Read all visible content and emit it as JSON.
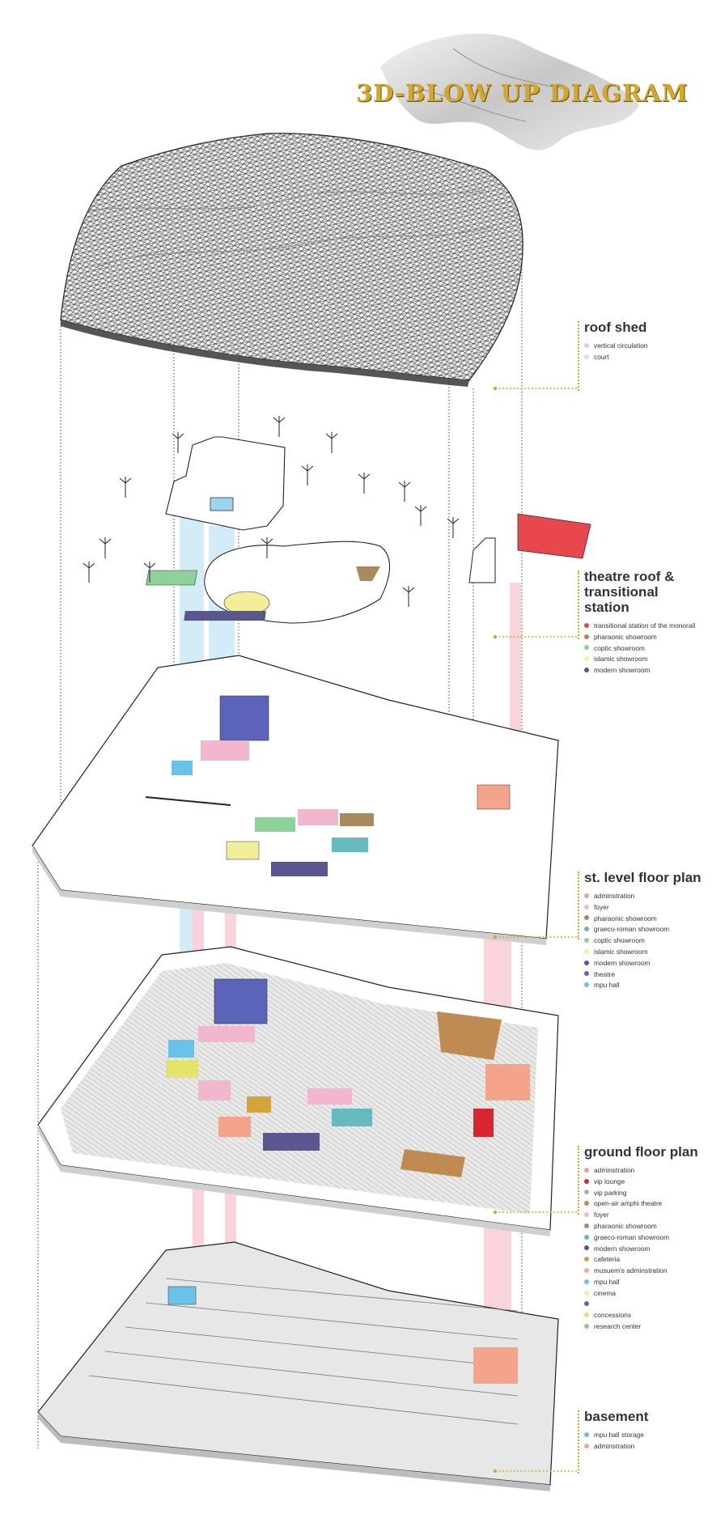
{
  "title": "3D-BLOW UP DIAGRAM",
  "colors": {
    "accent": "#d4a62b",
    "roof_mesh": "#3d3d3d",
    "line": "#222222"
  },
  "legends": [
    {
      "heading": "roof shed",
      "items": [
        {
          "label": "vertical circulation",
          "color": "#f3c4cf"
        },
        {
          "label": "court",
          "color": "#dcdcdc"
        }
      ]
    },
    {
      "heading": "theatre roof & transitional station",
      "items": [
        {
          "label": "transitional station of the monorail",
          "color": "#e8474d"
        },
        {
          "label": "pharaonic showroom",
          "color": "#a88a5e"
        },
        {
          "label": "coptic showroom",
          "color": "#8fd19a"
        },
        {
          "label": "islamic showroom",
          "color": "#f3ee9a"
        },
        {
          "label": "modern showroom",
          "color": "#5a5790"
        }
      ]
    },
    {
      "heading": "st. level floor plan",
      "items": [
        {
          "label": "adminstration",
          "color": "#f3a48a"
        },
        {
          "label": "foyer",
          "color": "#f2b6cf"
        },
        {
          "label": "pharaonic showroom",
          "color": "#a88a5e"
        },
        {
          "label": "graeco-roman showroom",
          "color": "#66b9bd"
        },
        {
          "label": "coptic showroom",
          "color": "#8fd19a"
        },
        {
          "label": "islamic showroom",
          "color": "#f3ee9a"
        },
        {
          "label": "modern showroom",
          "color": "#5a5790"
        },
        {
          "label": "theatre",
          "color": "#5b64b8"
        },
        {
          "label": "mpu hall",
          "color": "#68c3ea"
        }
      ]
    },
    {
      "heading": "ground floor plan",
      "items": [
        {
          "label": "adminstration",
          "color": "#f3a48a"
        },
        {
          "label": "vip lounge",
          "color": "#d9262e"
        },
        {
          "label": "vip parking",
          "color": "#b2b2b2"
        },
        {
          "label": "open-air amphi theatre",
          "color": "#c08b52"
        },
        {
          "label": "foyer",
          "color": "#f2b6cf"
        },
        {
          "label": "pharaonic showroom",
          "color": "#a88a5e"
        },
        {
          "label": "graeco-roman showroom",
          "color": "#66b9bd"
        },
        {
          "label": "modern showroom",
          "color": "#5a5790"
        },
        {
          "label": "cafeteria",
          "color": "#d4a33a"
        },
        {
          "label": "musuem's adminstration",
          "color": "#f3a48a"
        },
        {
          "label": "mpu hall",
          "color": "#68c3ea"
        },
        {
          "label": "cinema",
          "color": "#f3ee9a"
        },
        {
          "label": "",
          "color": "#5b64b8"
        },
        {
          "label": "concessions",
          "color": "#e2e46e"
        },
        {
          "label": "research center",
          "color": "#8fc79a"
        }
      ]
    },
    {
      "heading": "basement",
      "items": [
        {
          "label": "mpu hall storage",
          "color": "#68c3ea"
        },
        {
          "label": "adminstration",
          "color": "#f3a48a"
        }
      ]
    }
  ]
}
